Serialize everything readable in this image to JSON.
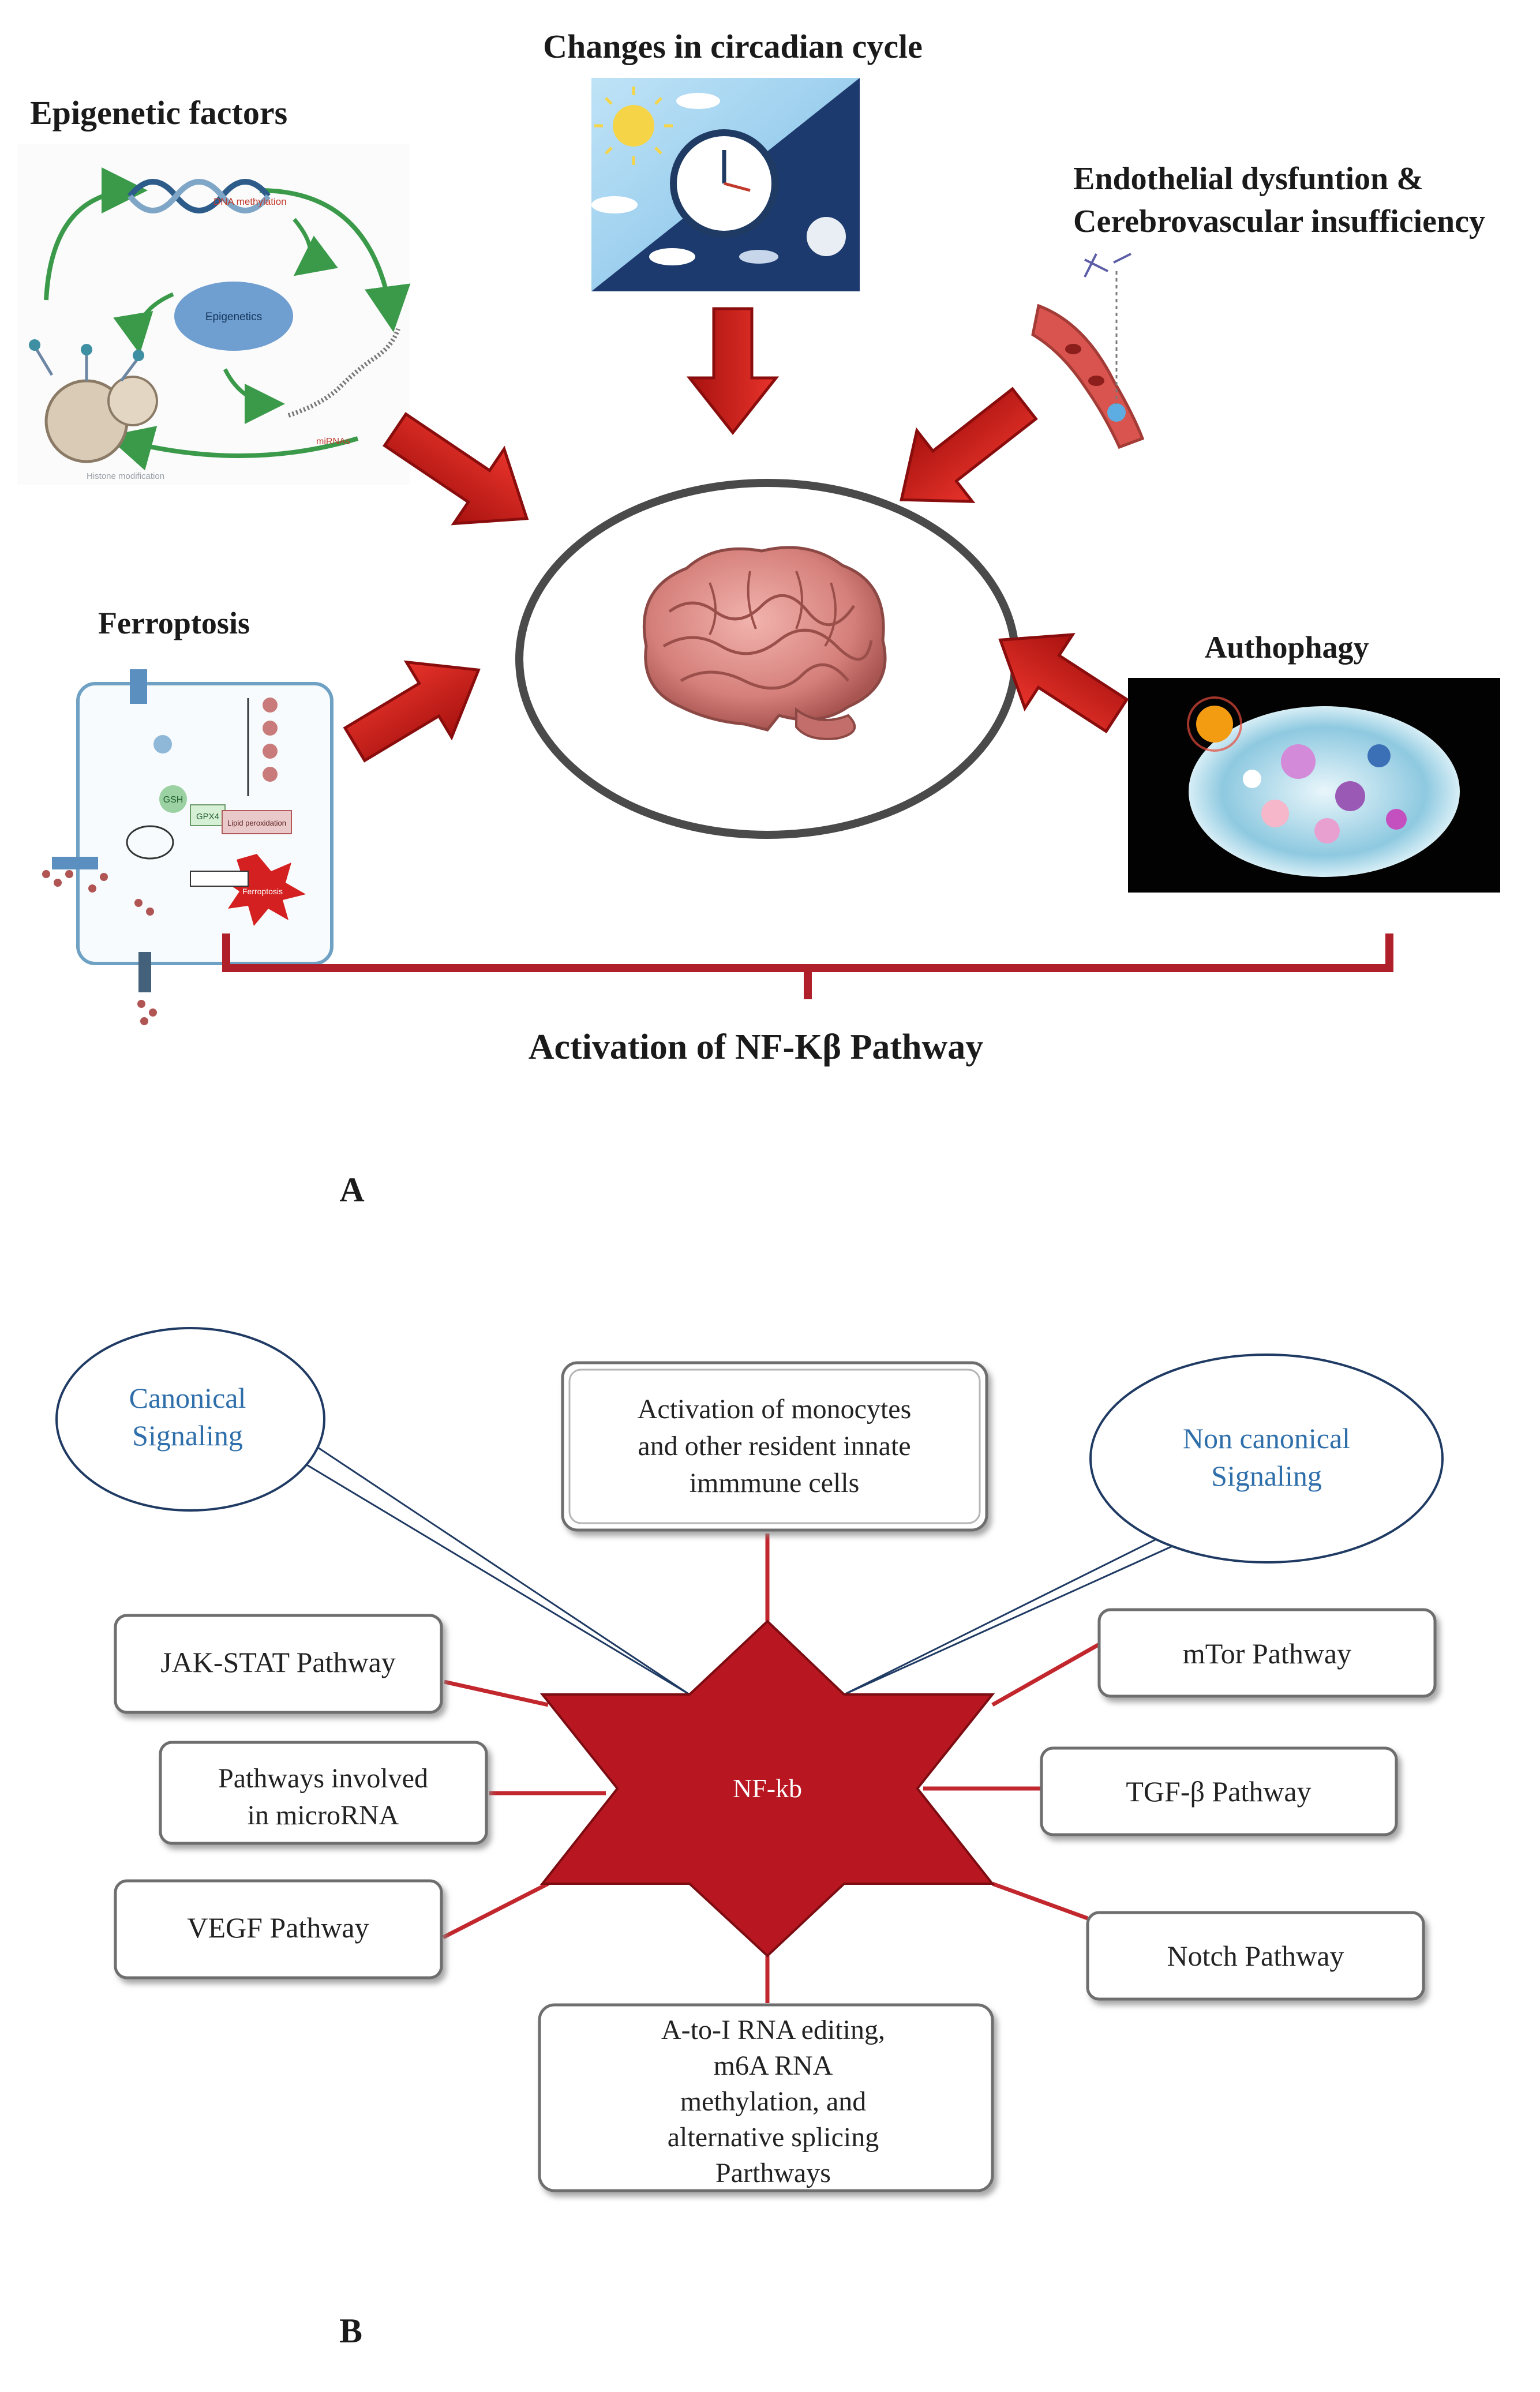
{
  "colors": {
    "arrow_red": "#d9211c",
    "arrow_dark": "#8a0d0d",
    "bracket": "#b0202a",
    "star_fill": "#b81620",
    "connector": "#c1272d",
    "signal_blue": "#2e6eaa",
    "ellipse_stroke": "#1f3a63",
    "ring": "#555555"
  },
  "panel_a": {
    "epigenetic": {
      "title": "Epigenetic factors",
      "diagram_labels": {
        "dna_methylation": "DNA methylation",
        "center": "Epigenetics",
        "mirnas": "miRNAs",
        "histone": "Histone modification"
      }
    },
    "circadian": {
      "title": "Changes in circadian cycle"
    },
    "endothelial": {
      "title_line1": "Endothelial dysfuntion &",
      "title_line2": "Cerebrovascular insufficiency"
    },
    "ferroptosis": {
      "title": "Ferroptosis",
      "diagram_labels": {
        "lipid_peroxidation": "Lipid peroxidation",
        "ferroptosis": "Ferroptosis",
        "gsh": "GSH",
        "gpx4": "GPX4"
      }
    },
    "autophagy": {
      "title": "Authophagy"
    },
    "center_icon": "brain-icon",
    "bottom_label": "Activation of NF-Kβ Pathway",
    "panel_letter": "A"
  },
  "panel_b": {
    "center_label": "NF-kb",
    "canonical": {
      "line1": "Canonical",
      "line2": "Signaling"
    },
    "non_canonical": {
      "line1": "Non canonical",
      "line2": "Signaling"
    },
    "activation": {
      "line1": "Activation of monocytes",
      "line2": "and other resident innate",
      "line3": "immmune cells"
    },
    "jak_stat": "JAK-STAT Pathway",
    "microrna": {
      "line1": "Pathways involved",
      "line2": "in microRNA"
    },
    "vegf": "VEGF Pathway",
    "mtor": "mTor Pathway",
    "tgf": "TGF-β Pathway",
    "notch": "Notch Pathway",
    "rna_editing": {
      "line1": "A-to-I RNA editing,",
      "line2": "m6A RNA",
      "line3": "methylation, and",
      "line4": "alternative splicing",
      "line5": "Parthways"
    },
    "panel_letter": "B"
  }
}
